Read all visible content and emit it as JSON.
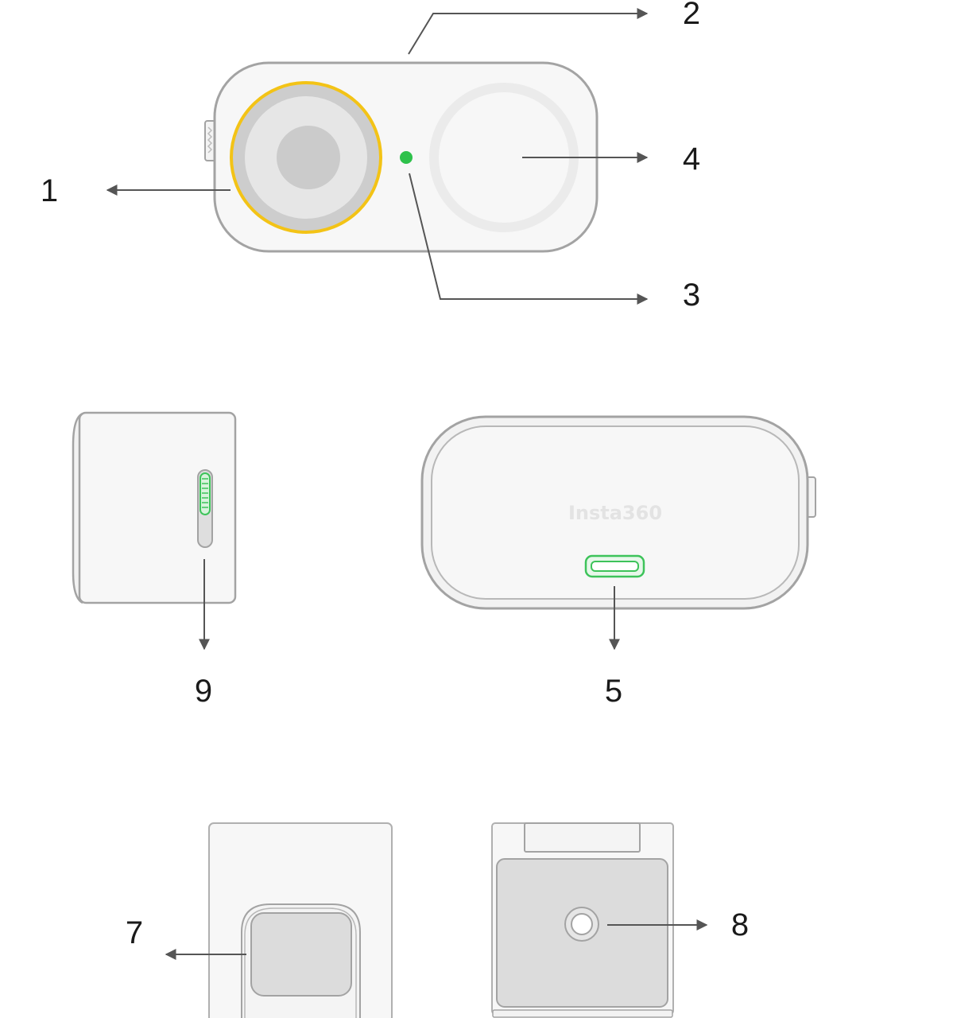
{
  "callouts": [
    {
      "id": "1",
      "label": "1"
    },
    {
      "id": "2",
      "label": "2"
    },
    {
      "id": "3",
      "label": "3"
    },
    {
      "id": "4",
      "label": "4"
    },
    {
      "id": "5",
      "label": "5"
    },
    {
      "id": "7",
      "label": "7"
    },
    {
      "id": "8",
      "label": "8"
    },
    {
      "id": "9",
      "label": "9"
    }
  ],
  "logo": "Insta360",
  "colors": {
    "accent_ring": "#f3c316",
    "status_led": "#2ec14b",
    "port_highlight": "#3dc35a",
    "outline": "#a3a3a3",
    "body_fill": "#f7f7f7",
    "pad_fill": "#dcdcdc"
  }
}
